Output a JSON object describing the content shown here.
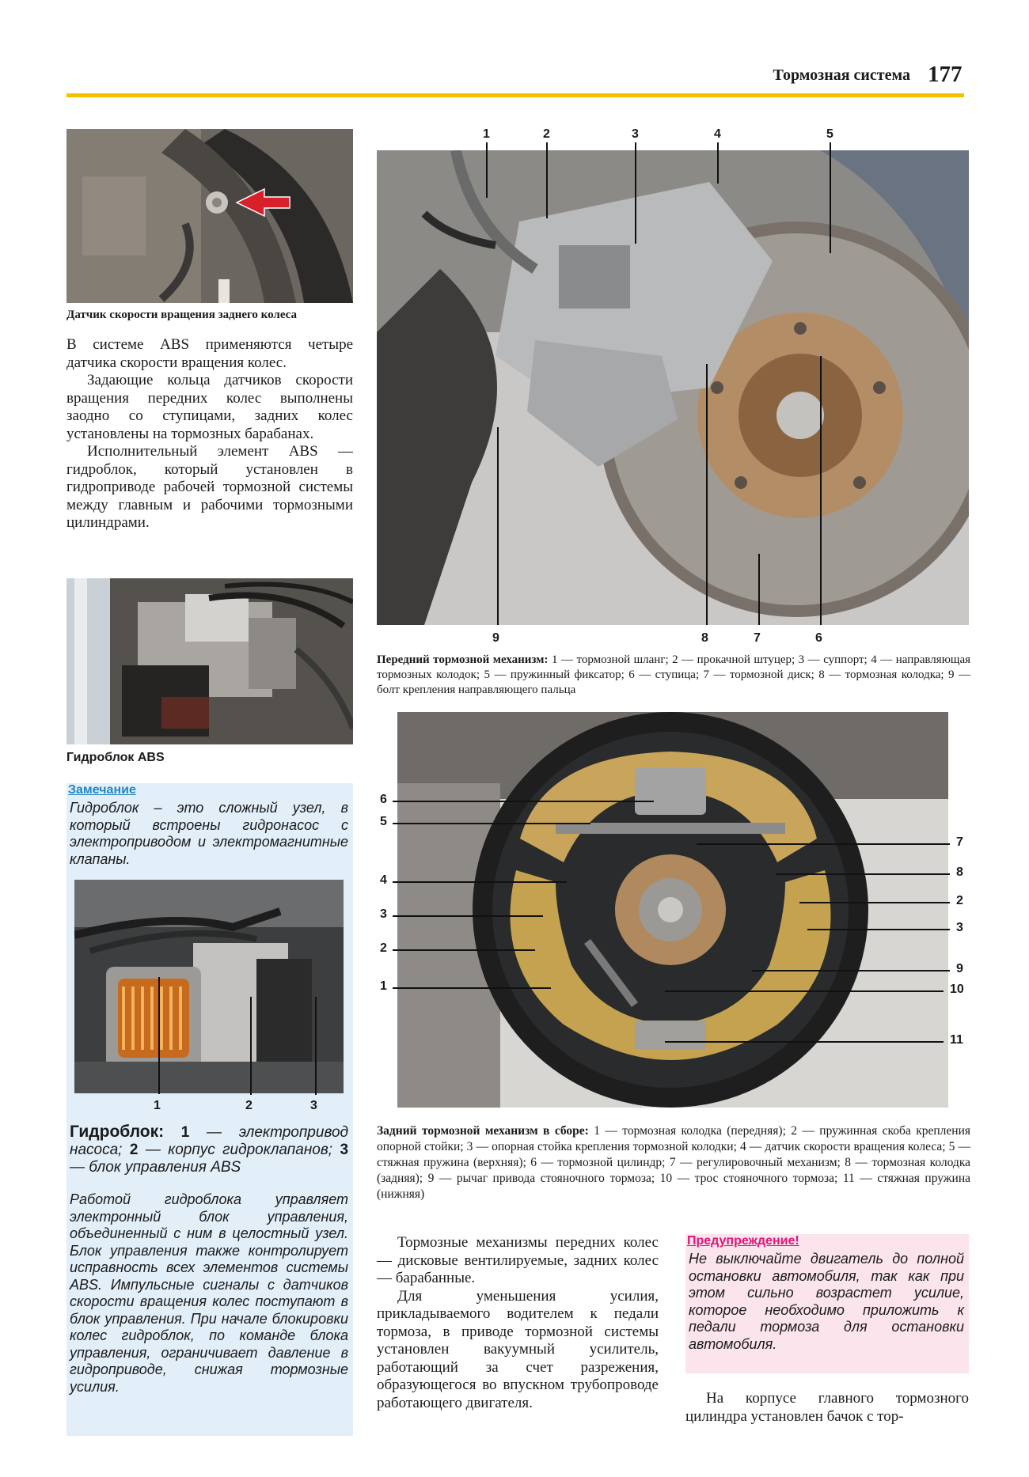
{
  "header": {
    "title": "Тормозная система",
    "page_number": "177"
  },
  "left_column": {
    "photo1_caption": "Датчик скорости вращения заднего колеса",
    "para1": "В системе ABS применяются четыре датчика скорости вращения колес.",
    "para2": "Задающие кольца датчиков скорости вращения передних колес выполнены заодно со ступицами, задних колес установлены на тормозных барабанах.",
    "para3": "Исполнительный элемент ABS — гидроблок, который установлен в гидроприводе рабочей тормозной системы между главным и рабочими тормозными цилиндрами.",
    "photo2_caption": "Гидроблок ABS",
    "note_heading": "Замечание",
    "note_text": "Гидроблок – это сложный узел, в который встроены гидронасос с электроприводом и электромагнитные клапаны.",
    "photo3_labels": [
      "1",
      "2",
      "3"
    ],
    "photo3_caption_title": "Гидроблок:",
    "photo3_caption_items": [
      {
        "num": "1",
        "text": "— электропривод насоса;"
      },
      {
        "num": "2",
        "text": "— корпус гидроклапанов;"
      },
      {
        "num": "3",
        "text": "— блок управления ABS"
      }
    ],
    "note_text2": "Работой гидроблока управляет электронный блок управления, объединенный с ним в целостный узел. Блок управления также контролирует исправность всех элементов системы ABS. Импульсные сигналы с датчиков скорости вращения колес поступают в блок управления. При начале блокировки колес гидроблок, по команде блока управления, ограничивает давление в гидроприводе, снижая тормозные усилия."
  },
  "front_brake": {
    "top_labels": [
      "1",
      "2",
      "3",
      "4",
      "5"
    ],
    "bottom_labels": [
      "9",
      "8",
      "7",
      "6"
    ],
    "caption_title": "Передний тормозной механизм:",
    "caption_text": "1 — тормозной шланг; 2 — прокачной штуцер; 3 — суппорт; 4 — направляющая тормозных колодок; 5 — пружинный фиксатор; 6 — ступица; 7 — тормозной диск; 8 — тормозная колодка; 9 — болт крепления направляющего пальца"
  },
  "rear_brake": {
    "left_labels": [
      "6",
      "5",
      "4",
      "3",
      "2",
      "1"
    ],
    "right_labels": [
      "7",
      "8",
      "2",
      "3",
      "9",
      "10",
      "11"
    ],
    "caption_title": "Задний тормозной механизм в сборе:",
    "caption_text": "1 — тормозная колодка (передняя); 2 — пружинная скоба крепления опорной стойки; 3 — опорная стойка крепления тормозной колодки; 4 — датчик скорости вращения колеса; 5 — стяжная пружина (верхняя); 6 — тормозной цилиндр; 7 — регулировочный механизм; 8 — тормозная колодка (задняя); 9 — рычаг привода стояночного тормоза; 10 — трос стояночного тормоза; 11 — стяжная пружина (нижняя)"
  },
  "bottom_middle": {
    "para1": "Тормозные механизмы передних колес — дисковые вентилируемые, задних колес — барабанные.",
    "para2": "Для уменьшения усилия, прикладываемого водителем к педали тормоза, в приводе тормозной системы установлен вакуумный усилитель, работающий за счет разрежения, образующегося во впускном трубопроводе работающего двигателя."
  },
  "bottom_right": {
    "warn_heading": "Предупреждение!",
    "warn_text": "Не выключайте двигатель до полной остановки автомобиля, так как при этом сильно возрастет усилие, которое необходимо приложить к педали тормоза для остановки автомобиля.",
    "para": "На корпусе главного тормозного цилиндра установлен бачок с тор-"
  },
  "colors": {
    "header_rule": "#f2c200",
    "note_bg": "#e2eef8",
    "note_heading": "#1f86c8",
    "warn_bg": "#fbe4ec",
    "warn_heading": "#e0157a"
  }
}
